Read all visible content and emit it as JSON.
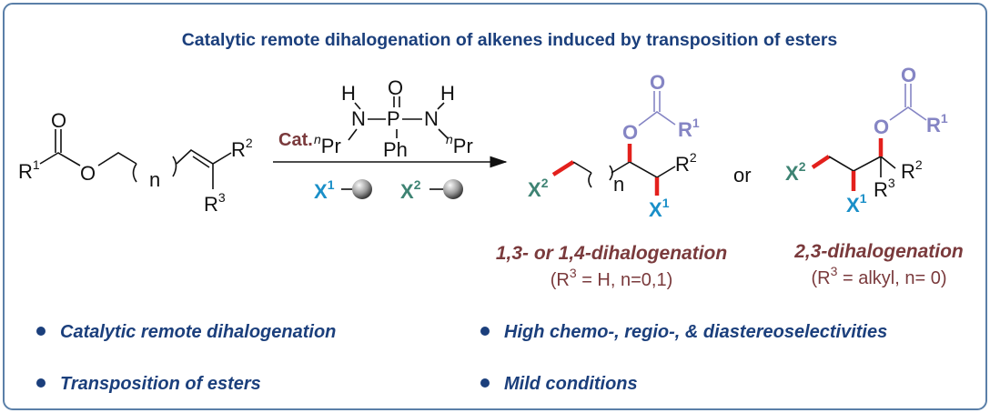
{
  "title": "Catalytic remote dihalogenation of alkenes induced by transposition of esters",
  "atoms": {
    "R": "R",
    "O": "O",
    "N": "N",
    "P": "P",
    "H": "H",
    "Ph": "Ph",
    "Pr": "Pr",
    "n_italic": "n",
    "n": "n",
    "X": "X",
    "one": "1",
    "two": "2",
    "three": "3"
  },
  "catalyst_label": "Cat.",
  "or_label": "or",
  "products": [
    {
      "label": "1,3- or 1,4-dihalogenation",
      "cond_pre": "(R",
      "cond_sup": "3",
      "cond_post": " = H, n=0,1)"
    },
    {
      "label": "2,3-dihalogenation",
      "cond_pre": "(R",
      "cond_sup": "3",
      "cond_post": " = alkyl, n= 0)"
    }
  ],
  "bullets": [
    "Catalytic remote dihalogenation",
    "High chemo-, regio-, & diastereoselectivities",
    "Transposition of esters",
    "Mild conditions"
  ],
  "colors": {
    "title": "#1b3f7c",
    "accent_red": "#e3201c",
    "maroon": "#7a3a3c",
    "ester": "#8585c4",
    "x1": "#1a8fc8",
    "x2": "#3e8373"
  },
  "icons": {
    "reagent_carrier": "gray-sphere-icon"
  }
}
